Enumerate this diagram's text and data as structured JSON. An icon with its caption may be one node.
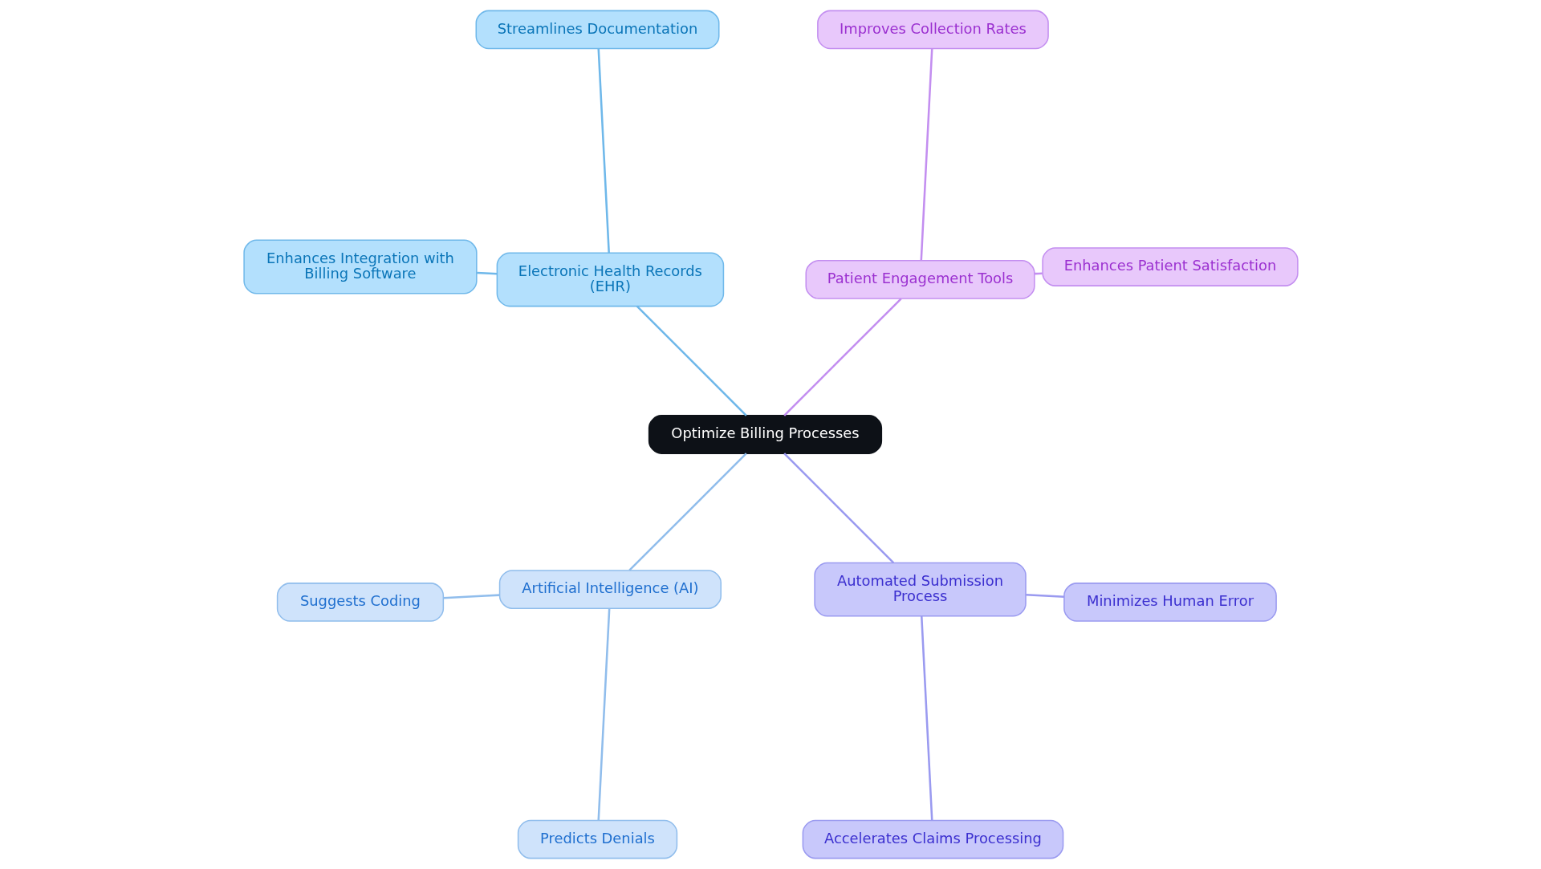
{
  "diagram": {
    "nodes": [
      {
        "text": [
          "Optimize Billing Processes"
        ]
      },
      {
        "text": [
          "Patient Engagement Tools"
        ]
      },
      {
        "text": [
          "Enhances Patient Satisfaction"
        ]
      },
      {
        "text": [
          "Improves Collection Rates"
        ]
      },
      {
        "text": [
          "Electronic Health Records (EHR)"
        ]
      },
      {
        "text": [
          "Streamlines Documentation"
        ]
      },
      {
        "text": [
          "Enhances Integration with Billing Software"
        ]
      },
      {
        "text": [
          "Artificial Intelligence (AI)"
        ]
      },
      {
        "text": [
          "Suggests Coding"
        ]
      },
      {
        "text": [
          "Predicts Denials"
        ]
      },
      {
        "text": [
          "Automated Submission Process"
        ]
      },
      {
        "text": [
          "Accelerates Claims Processing"
        ]
      },
      {
        "text": [
          "Minimizes Human Error"
        ]
      }
    ],
    "edges": [
      {
        "from": 0,
        "to": 1,
        "arrow": "none",
        "color": "#c38ef0"
      },
      {
        "from": 1,
        "to": 2,
        "arrow": "none",
        "color": "#c38ef0"
      },
      {
        "from": 1,
        "to": 3,
        "arrow": "none",
        "color": "#c38ef0"
      },
      {
        "from": 0,
        "to": 4,
        "arrow": "none",
        "color": "#6fb8ea"
      },
      {
        "from": 4,
        "to": 5,
        "arrow": "none",
        "color": "#6fb8ea"
      },
      {
        "from": 4,
        "to": 6,
        "arrow": "none",
        "color": "#6fb8ea"
      },
      {
        "from": 0,
        "to": 7,
        "arrow": "none",
        "color": "#90bdec"
      },
      {
        "from": 7,
        "to": 8,
        "arrow": "none",
        "color": "#90bdec"
      },
      {
        "from": 7,
        "to": 9,
        "arrow": "none",
        "color": "#90bdec"
      },
      {
        "from": 0,
        "to": 10,
        "arrow": "none",
        "color": "#9a9af0"
      },
      {
        "from": 10,
        "to": 11,
        "arrow": "none",
        "color": "#9a9af0"
      },
      {
        "from": 10,
        "to": 12,
        "arrow": "none",
        "color": "#9a9af0"
      }
    ]
  }
}
